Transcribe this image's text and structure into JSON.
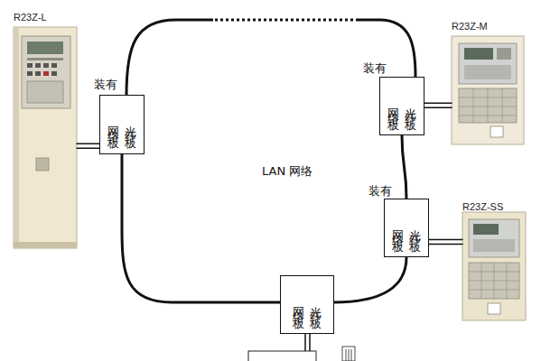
{
  "diagram": {
    "nodes": [
      {
        "text": [
          "R23Z-L"
        ]
      },
      {
        "text": [
          "网络板",
          "光纤板"
        ]
      },
      {
        "text": [
          "R23Z-M"
        ]
      },
      {
        "text": [
          "网络板",
          "光纤板"
        ]
      },
      {
        "text": [
          "网络板",
          "光纤板"
        ]
      },
      {
        "text": [
          "R23Z-SS"
        ]
      },
      {
        "text": [
          "网络板",
          "光纤板"
        ]
      }
    ],
    "edges": [
      {
        "from": 1,
        "to": 3,
        "arrow": "none"
      },
      {
        "from": 3,
        "to": 4,
        "arrow": "none"
      },
      {
        "from": 4,
        "to": 6,
        "arrow": "none"
      },
      {
        "from": 6,
        "to": 1,
        "arrow": "none"
      },
      {
        "from": 0,
        "to": 1,
        "arrow": "none"
      },
      {
        "from": 2,
        "to": 3,
        "arrow": "none"
      },
      {
        "from": 5,
        "to": 4,
        "arrow": "none"
      }
    ],
    "labels": [
      "装有",
      "装有",
      "装有",
      "LAN 网络"
    ]
  }
}
